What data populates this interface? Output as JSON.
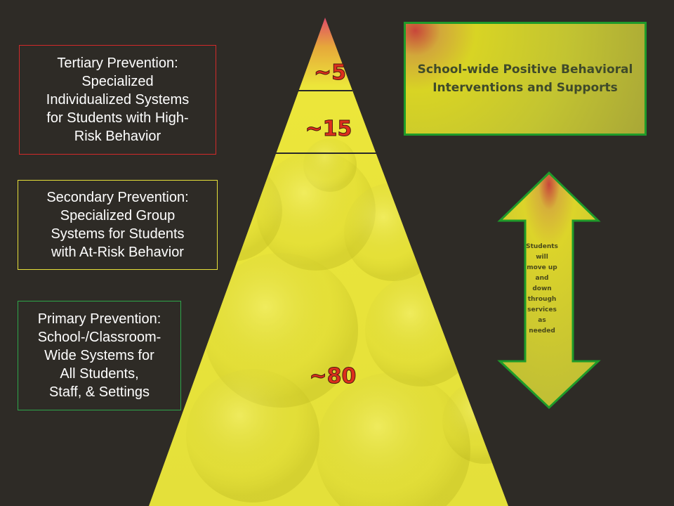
{
  "tiers": {
    "tertiary": "Tertiary Prevention:\nSpecialized\nIndividualized Systems\nfor Students with High-\nRisk Behavior",
    "secondary": "Secondary Prevention:\nSpecialized Group\nSystems for Students\nwith At-Risk Behavior",
    "primary": "Primary Prevention:\nSchool-/Classroom-\nWide Systems for\nAll Students,\nStaff, & Settings"
  },
  "title": "School-wide Positive Behavioral\nInterventions and Supports",
  "pyramid": {
    "levels": [
      {
        "label": "~5",
        "value": 5
      },
      {
        "label": "~15",
        "value": 15
      },
      {
        "label": "~80",
        "value": 80
      }
    ]
  },
  "arrow": {
    "label": "Students\nwill\nmove up\nand\ndown\nthrough\nservices\nas\nneeded"
  },
  "colors": {
    "pyramid_fill": "#e8e63a",
    "percent_text": "#dd2f1d",
    "arrow_border": "#1f9a2a",
    "tertiary_border": "#d12a2a",
    "secondary_border": "#e6e03a",
    "primary_border": "#2ea64a"
  }
}
